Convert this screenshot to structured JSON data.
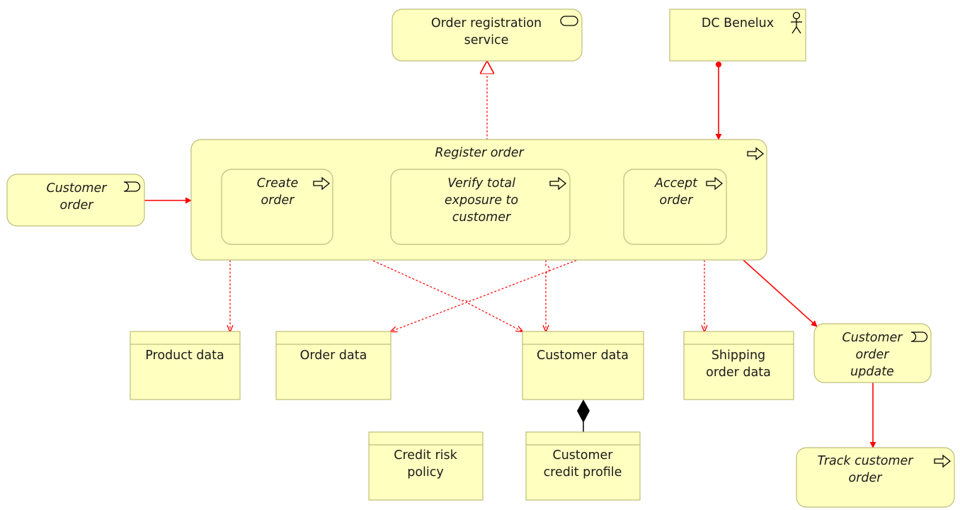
{
  "diagram": {
    "order_registration_service": [
      "Order registration",
      "service"
    ],
    "dc_benelux": "DC Benelux",
    "register_order": "Register order",
    "customer_order": [
      "Customer",
      "order"
    ],
    "create_order": [
      "Create",
      "order"
    ],
    "verify_exposure": [
      "Verify total",
      "exposure to",
      "customer"
    ],
    "accept_order": [
      "Accept",
      "order"
    ],
    "product_data": "Product data",
    "order_data": "Order data",
    "customer_data": "Customer data",
    "shipping_order_data": [
      "Shipping",
      "order data"
    ],
    "customer_order_update": [
      "Customer",
      "order",
      "update"
    ],
    "credit_risk_policy": [
      "Credit risk",
      "policy"
    ],
    "customer_credit_profile": [
      "Customer",
      "credit profile"
    ],
    "track_customer_order": [
      "Track customer",
      "order"
    ]
  },
  "colors": {
    "element_fill": "#ffffc0",
    "element_border": "#bdbd7a",
    "relation": "#ff0000"
  },
  "icons": [
    "service-icon",
    "actor-icon",
    "process-icon",
    "event-icon"
  ]
}
